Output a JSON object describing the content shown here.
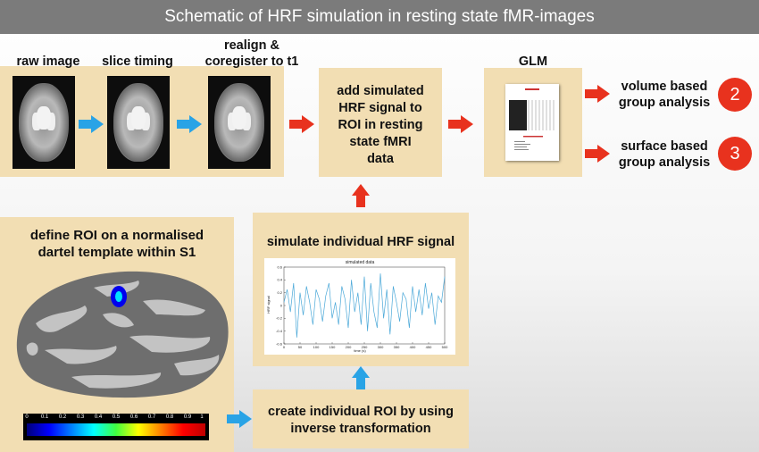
{
  "title": "Schematic of HRF simulation in resting state fMR-images",
  "steps": {
    "raw_image": "raw image",
    "slice_timing": "slice timing",
    "realign_line1": "realign &",
    "realign_line2": "coregister to t1",
    "add_signal": [
      "add simulated",
      "HRF signal to",
      "ROI in resting",
      "state fMRI",
      "data"
    ],
    "glm": "GLM",
    "volume_line1": "volume based",
    "volume_line2": "group analysis",
    "volume_number": "2",
    "surface_line1": "surface based",
    "surface_line2": "group analysis",
    "surface_number": "3",
    "define_roi_line1": "define ROI on a normalised",
    "define_roi_line2": "dartel template within S1",
    "simulate_hrf": "simulate individual HRF signal",
    "create_roi_line1": "create individual ROI by using",
    "create_roi_line2": "inverse transformation"
  },
  "colorbar_ticks": [
    "0",
    "0.1",
    "0.2",
    "0.3",
    "0.4",
    "0.5",
    "0.6",
    "0.7",
    "0.8",
    "0.9",
    "1"
  ],
  "colors": {
    "blue_arrow": "#29a3e6",
    "red_arrow": "#e8321e",
    "box": "#f2deb3",
    "title_bar": "#7b7b7b"
  },
  "chart_data": {
    "type": "line",
    "title": "simulated data",
    "xlabel": "time (s)",
    "ylabel": "HRF signal",
    "xlim": [
      0,
      500
    ],
    "ylim": [
      -0.6,
      0.6
    ],
    "xticks": [
      "0",
      "50",
      "100",
      "150",
      "200",
      "250",
      "300",
      "350",
      "400",
      "450",
      "500"
    ],
    "yticks": [
      "0.6",
      "0.4",
      "0.2",
      "0",
      "-0.2",
      "-0.4",
      "-0.6"
    ],
    "series": [
      {
        "x": [
          0,
          10,
          20,
          30,
          40,
          50,
          60,
          70,
          80,
          90,
          100,
          110,
          120,
          130,
          140,
          150,
          160,
          170,
          180,
          190,
          200,
          210,
          220,
          230,
          240,
          250,
          260,
          270,
          280,
          290,
          300,
          310,
          320,
          330,
          340,
          350,
          360,
          370,
          380,
          390,
          400,
          410,
          420,
          430,
          440,
          450,
          460,
          470,
          480,
          490,
          500
        ],
        "values": [
          0.05,
          0.25,
          -0.1,
          0.35,
          -0.5,
          0.2,
          -0.15,
          0.3,
          0.05,
          -0.3,
          0.25,
          0.1,
          -0.25,
          0.15,
          0.35,
          -0.2,
          0.05,
          -0.3,
          0.3,
          0.1,
          -0.35,
          0.4,
          -0.1,
          0.2,
          -0.3,
          0.45,
          -0.4,
          0.35,
          -0.1,
          -0.35,
          0.5,
          -0.2,
          0.25,
          -0.45,
          0.3,
          0.05,
          -0.25,
          0.2,
          0.1,
          -0.35,
          0.3,
          -0.1,
          0.25,
          -0.15,
          0.35,
          -0.05,
          0.2,
          -0.3,
          0.15,
          0.05,
          0.45
        ]
      }
    ]
  }
}
